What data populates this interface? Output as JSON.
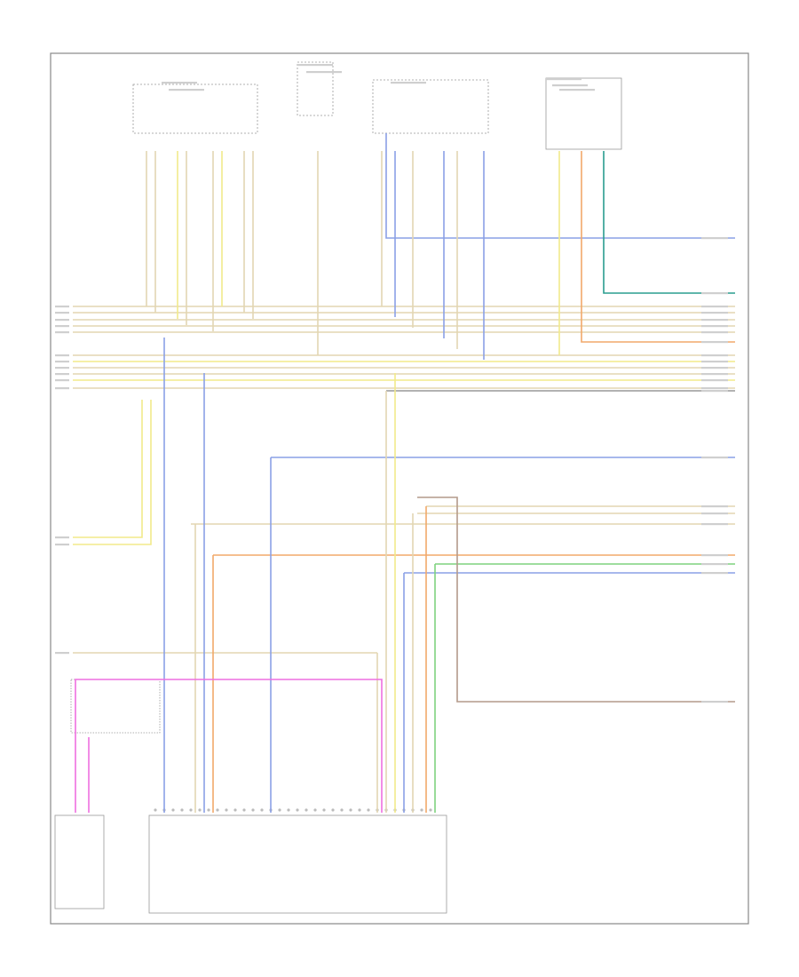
{
  "diagram": {
    "footer_code": "",
    "colors": {
      "tan": "#e3d6b2",
      "yellow": "#f2ea8a",
      "blue": "#8aa0e6",
      "orange": "#f2a86a",
      "green": "#7fd27f",
      "teal": "#2a9d8f",
      "pink": "#ee6fe0",
      "brown": "#b49a8a",
      "gray": "#999999"
    },
    "top_modules": [
      {
        "id": "left-top-sensors",
        "pins": 8
      },
      {
        "id": "center-sensor",
        "pins": 1
      },
      {
        "id": "center-right-switch",
        "pins": 8
      },
      {
        "id": "right-module",
        "pins": 4
      }
    ],
    "right_labels_count": 22,
    "left_labels_count": 11
  }
}
